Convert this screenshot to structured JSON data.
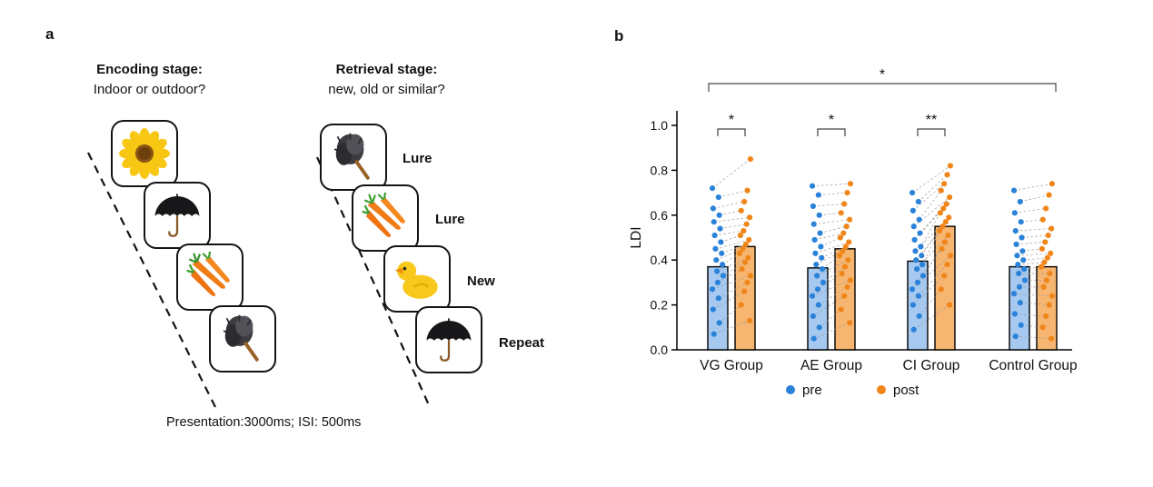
{
  "panel_a": {
    "label": "a",
    "encoding": {
      "title": "Encoding stage:",
      "subtitle": "Indoor or outdoor?",
      "items": [
        {
          "icon": "sunflower-icon"
        },
        {
          "icon": "umbrella-icon"
        },
        {
          "icon": "carrots-icon"
        },
        {
          "icon": "feather-duster-icon"
        }
      ]
    },
    "retrieval": {
      "title": "Retrieval stage:",
      "subtitle": "new, old or similar?",
      "items": [
        {
          "icon": "feather-duster-icon",
          "label": "Lure"
        },
        {
          "icon": "carrots-icon",
          "label": "Lure"
        },
        {
          "icon": "rubber-duck-icon",
          "label": "New"
        },
        {
          "icon": "umbrella-icon",
          "label": "Repeat"
        }
      ]
    },
    "caption": "Presentation:3000ms; ISI: 500ms"
  },
  "panel_b": {
    "label": "b"
  },
  "chart_data": {
    "type": "bar",
    "title": "",
    "xlabel": "",
    "ylabel": "LDI",
    "ylim": [
      0,
      1.0
    ],
    "yticks": [
      0.0,
      0.2,
      0.4,
      0.6,
      0.8,
      1.0
    ],
    "grid": false,
    "legend_position": "bottom",
    "categories": [
      "VG Group",
      "AE Group",
      "CI Group",
      "Control Group"
    ],
    "series": [
      {
        "name": "pre",
        "color": "#2b82d9",
        "bar_fill": "#a7c9ef",
        "values": [
          0.37,
          0.365,
          0.395,
          0.37
        ]
      },
      {
        "name": "post",
        "color": "#f08619",
        "bar_fill": "#f6b671",
        "values": [
          0.46,
          0.45,
          0.55,
          0.37
        ]
      }
    ],
    "legend": [
      "pre",
      "post"
    ],
    "significance": {
      "pairs": [
        "*",
        "*",
        "**",
        null
      ],
      "overall": {
        "from": "VG Group",
        "to": "Control Group",
        "label": "*"
      }
    },
    "points": {
      "VG Group": {
        "pre": [
          0.72,
          0.68,
          0.63,
          0.6,
          0.57,
          0.54,
          0.51,
          0.48,
          0.45,
          0.43,
          0.4,
          0.38,
          0.35,
          0.33,
          0.3,
          0.27,
          0.23,
          0.18,
          0.12,
          0.07
        ],
        "post": [
          0.85,
          0.71,
          0.66,
          0.62,
          0.59,
          0.56,
          0.53,
          0.51,
          0.49,
          0.47,
          0.45,
          0.43,
          0.41,
          0.39,
          0.36,
          0.33,
          0.3,
          0.26,
          0.2,
          0.13
        ]
      },
      "AE Group": {
        "pre": [
          0.73,
          0.69,
          0.64,
          0.6,
          0.56,
          0.52,
          0.49,
          0.46,
          0.43,
          0.41,
          0.38,
          0.36,
          0.33,
          0.3,
          0.27,
          0.24,
          0.2,
          0.15,
          0.1,
          0.05
        ],
        "post": [
          0.74,
          0.7,
          0.65,
          0.61,
          0.58,
          0.55,
          0.52,
          0.5,
          0.48,
          0.46,
          0.44,
          0.42,
          0.4,
          0.37,
          0.34,
          0.31,
          0.28,
          0.24,
          0.18,
          0.12
        ]
      },
      "CI Group": {
        "pre": [
          0.7,
          0.66,
          0.62,
          0.58,
          0.55,
          0.52,
          0.49,
          0.46,
          0.44,
          0.42,
          0.4,
          0.38,
          0.36,
          0.33,
          0.3,
          0.27,
          0.24,
          0.2,
          0.15,
          0.09
        ],
        "post": [
          0.82,
          0.78,
          0.74,
          0.71,
          0.68,
          0.65,
          0.63,
          0.61,
          0.59,
          0.57,
          0.55,
          0.53,
          0.51,
          0.48,
          0.45,
          0.42,
          0.38,
          0.33,
          0.27,
          0.2
        ]
      },
      "Control Group": {
        "pre": [
          0.71,
          0.66,
          0.61,
          0.57,
          0.53,
          0.5,
          0.47,
          0.44,
          0.42,
          0.4,
          0.38,
          0.36,
          0.34,
          0.31,
          0.28,
          0.25,
          0.21,
          0.16,
          0.11,
          0.06
        ],
        "post": [
          0.74,
          0.69,
          0.63,
          0.58,
          0.54,
          0.51,
          0.48,
          0.45,
          0.43,
          0.41,
          0.39,
          0.37,
          0.34,
          0.31,
          0.28,
          0.24,
          0.2,
          0.15,
          0.1,
          0.05
        ]
      }
    }
  }
}
